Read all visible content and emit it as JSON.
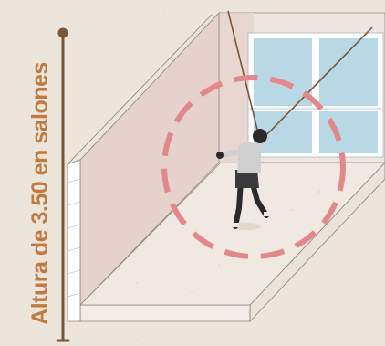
{
  "height_label": "Altura de 3.50 en salones",
  "colors": {
    "background": "#ebe5dc",
    "accent": "#c47a3d",
    "wall_pink": "#e6d2cc",
    "floor": "#efe9e1",
    "window_glass": "#b9d8e6",
    "window_frame": "#ffffff",
    "circle": "#e3878a",
    "rope": "#7a5634",
    "line": "#8c8279"
  },
  "icons": {
    "dimension_marker": "vertical-dimension-line",
    "swing_zone": "dashed-circle",
    "figure": "child-on-swing"
  }
}
